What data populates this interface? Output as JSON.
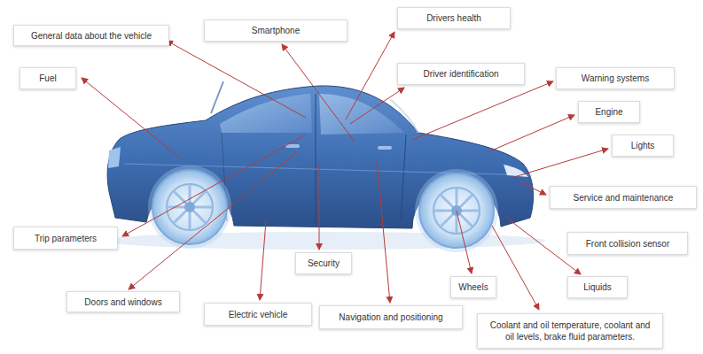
{
  "diagram": {
    "nodes": [
      {
        "text": [
          "Drivers health"
        ]
      },
      {
        "text": [
          "Smartphone"
        ]
      },
      {
        "text": [
          "General data about the vehicle"
        ]
      },
      {
        "text": [
          "Fuel"
        ]
      },
      {
        "text": [
          "Driver identification"
        ]
      },
      {
        "text": [
          "Warning systems"
        ]
      },
      {
        "text": [
          "Engine"
        ]
      },
      {
        "text": [
          "Lights"
        ]
      },
      {
        "text": [
          "Service and maintenance"
        ]
      },
      {
        "text": [
          "Trip parameters"
        ]
      },
      {
        "text": [
          "Front collision sensor"
        ]
      },
      {
        "text": [
          "Security"
        ]
      },
      {
        "text": [
          "Wheels"
        ]
      },
      {
        "text": [
          "Liquids"
        ]
      },
      {
        "text": [
          "Doors and windows"
        ]
      },
      {
        "text": [
          "Electric vehicle"
        ]
      },
      {
        "text": [
          "Navigation and positioning"
        ]
      },
      {
        "text": [
          "Coolant and oil temperature, coolant and oil levels, brake fluid parameters."
        ]
      }
    ]
  }
}
